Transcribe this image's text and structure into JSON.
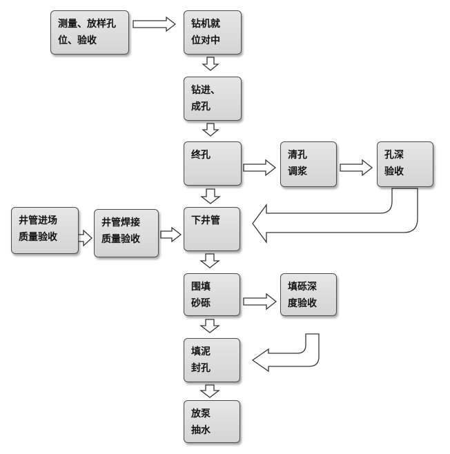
{
  "nodes": {
    "survey": {
      "line1": "测量、放样孔",
      "line2": "位、验收"
    },
    "rig_position": {
      "line1": "钻机就",
      "line2": "位对中"
    },
    "drilling": {
      "line1": "钻进、",
      "line2": "成孔"
    },
    "final_hole": {
      "line1": "终孔",
      "line2": ""
    },
    "clean_hole": {
      "line1": "清孔",
      "line2": "调浆"
    },
    "depth_check": {
      "line1": "孔深",
      "line2": "验收"
    },
    "pipe_arrival": {
      "line1": "井管进场",
      "line2": "质量验收"
    },
    "pipe_welding": {
      "line1": "井管焊接",
      "line2": "质量验收"
    },
    "lower_pipe": {
      "line1": "下井管",
      "line2": ""
    },
    "gravel_fill": {
      "line1": "围填",
      "line2": "砂砾"
    },
    "gravel_check": {
      "line1": "填砾深",
      "line2": "度验收"
    },
    "clay_seal": {
      "line1": "填泥",
      "line2": "封孔"
    },
    "pump_water": {
      "line1": "放泵",
      "line2": "抽水"
    }
  }
}
